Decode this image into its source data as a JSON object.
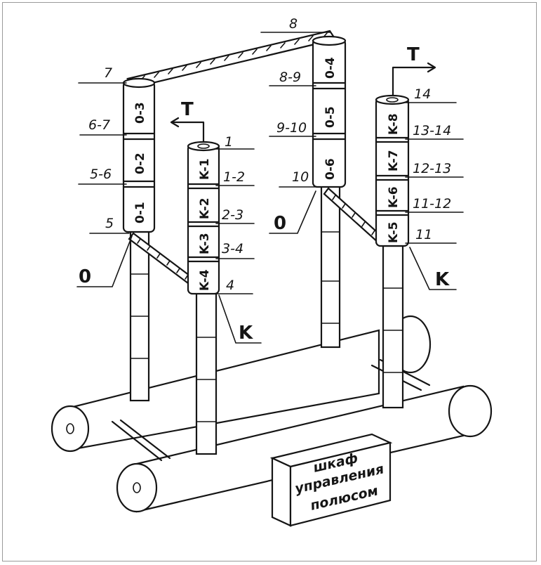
{
  "diagram": {
    "top_bus_label": "8",
    "left_o_column": {
      "top_label": "7",
      "joint_labels": [
        "6-7",
        "5-6",
        "5"
      ],
      "segments": [
        "0-3",
        "0-2",
        "0-1"
      ]
    },
    "left_k_column": {
      "arrow_label": "T",
      "joint_labels": [
        "1",
        "1-2",
        "2-3",
        "3-4",
        "4"
      ],
      "segments": [
        "K-1",
        "K-2",
        "K-3",
        "K-4"
      ]
    },
    "right_o_column": {
      "joint_labels": [
        "8-9",
        "9-10",
        "10"
      ],
      "segments": [
        "0-4",
        "0-5",
        "0-6"
      ]
    },
    "right_k_column": {
      "arrow_label": "T",
      "joint_labels": [
        "14",
        "13-14",
        "12-13",
        "11-12",
        "11"
      ],
      "segments": [
        "K-8",
        "K-7",
        "K-6",
        "K-5"
      ]
    },
    "pole_labels": {
      "left_o": "0",
      "left_k": "K",
      "right_o": "0",
      "right_k": "K"
    },
    "cabinet_lines": [
      "шкаф",
      "управления",
      "полюсом"
    ]
  }
}
